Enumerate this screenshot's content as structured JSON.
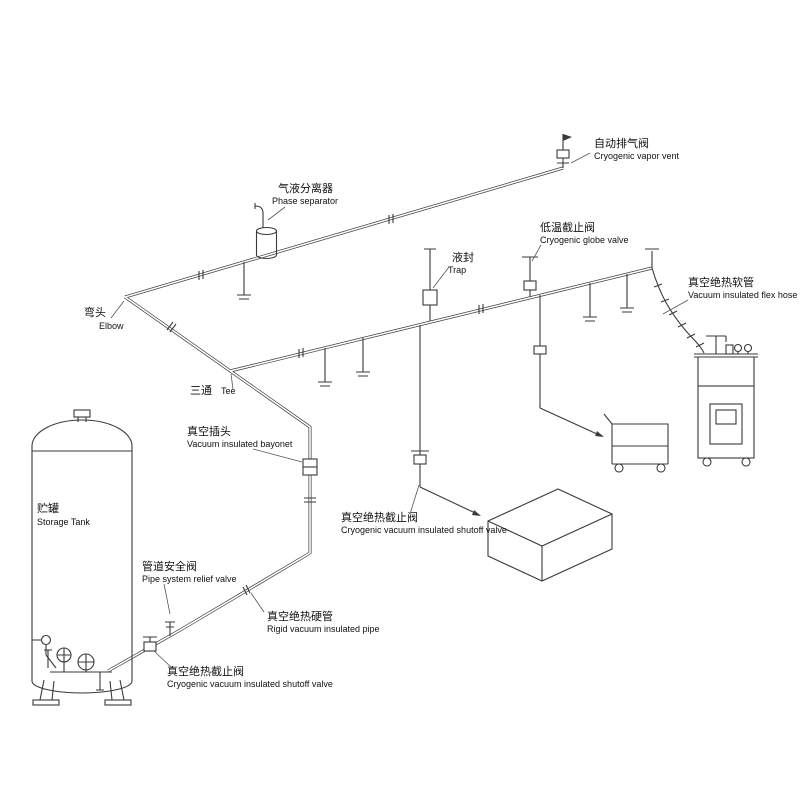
{
  "diagram": {
    "kind": "cryogenic piping system isometric schematic",
    "background": "#ffffff",
    "line_color": "#3a3a3a"
  },
  "labels": {
    "vapor_vent": {
      "zh": "自动排气阀",
      "en": "Cryogenic vapor vent"
    },
    "phase_separator": {
      "zh": "气液分离器",
      "en": "Phase separator"
    },
    "trap": {
      "zh": "液封",
      "en": "Trap"
    },
    "globe_valve": {
      "zh": "低温截止阀",
      "en": "Cryogenic globe valve"
    },
    "flex_hose": {
      "zh": "真空绝热软管",
      "en": "Vacuum insulated flex hose"
    },
    "elbow": {
      "zh": "弯头",
      "en": "Elbow"
    },
    "tee": {
      "zh": "三通",
      "en": "Tee"
    },
    "bayonet": {
      "zh": "真空插头",
      "en": "Vacuum insulated bayonet"
    },
    "storage_tank": {
      "zh": "贮罐",
      "en": "Storage Tank"
    },
    "relief_valve": {
      "zh": "管道安全阀",
      "en": "Pipe system relief valve"
    },
    "rigid_pipe": {
      "zh": "真空绝热硬管",
      "en": "Rigid vacuum insulated pipe"
    },
    "shutoff_valve_mid": {
      "zh": "真空绝热截止阀",
      "en": "Cryogenic vacuum insulated shutoff valve"
    },
    "shutoff_valve_bottom": {
      "zh": "真空绝热截止阀",
      "en": "Cryogenic vacuum insulated shutoff valve"
    }
  }
}
